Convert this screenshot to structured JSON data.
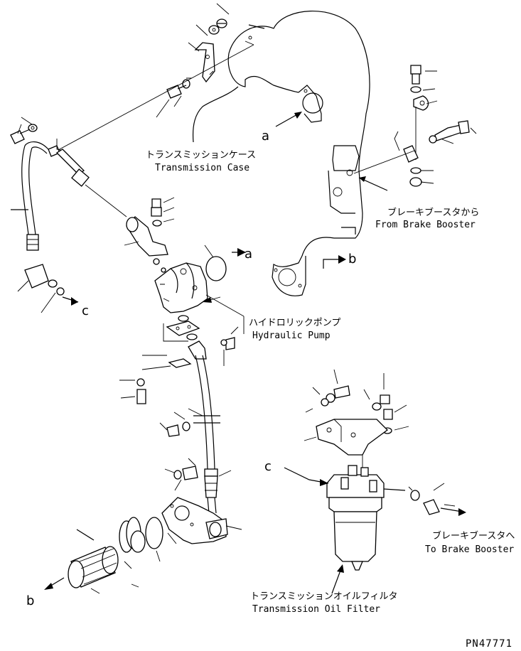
{
  "labels": {
    "transmission_case": {
      "jp": "トランスミッションケース",
      "en": "Transmission Case"
    },
    "from_brake_booster": {
      "jp": "ブレーキブースタから",
      "en": "From Brake Booster"
    },
    "hydraulic_pump": {
      "jp": "ハイドロリックポンプ",
      "en": "Hydraulic Pump"
    },
    "to_brake_booster": {
      "jp": "ブレーキブースタへ",
      "en": "To Brake Booster"
    },
    "transmission_oil_filter": {
      "jp": "トランスミッションオイルフィルタ",
      "en": "Transmission Oil Filter"
    }
  },
  "refs": {
    "a1": "a",
    "a2": "a",
    "b1": "b",
    "b2": "b",
    "c1": "c",
    "c2": "c"
  },
  "part_number": "PN47771"
}
